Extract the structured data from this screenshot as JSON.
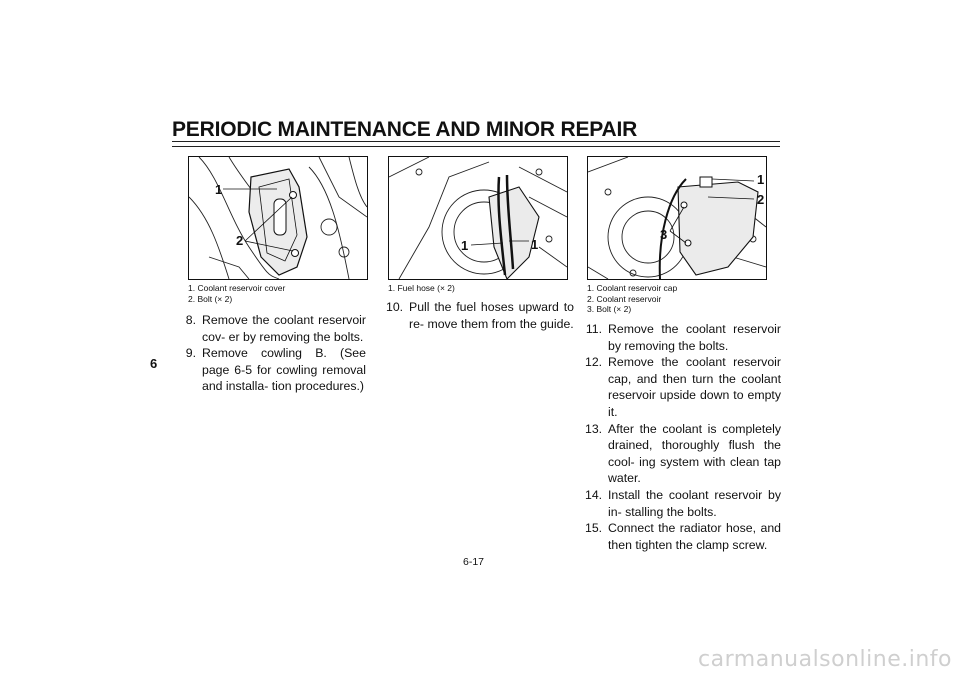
{
  "header": {
    "title": "PERIODIC MAINTENANCE AND MINOR REPAIR"
  },
  "chapter_tab": "6",
  "figures": [
    {
      "callouts": [
        "1",
        "2"
      ],
      "caption": [
        "1.  Coolant reservoir cover",
        "2.  Bolt (× 2)"
      ]
    },
    {
      "callouts": [
        "1",
        "1"
      ],
      "caption": [
        "1.  Fuel hose (× 2)"
      ]
    },
    {
      "callouts": [
        "1",
        "2",
        "3"
      ],
      "caption": [
        "1.  Coolant reservoir cap",
        "2.  Coolant reservoir",
        "3.  Bolt (× 2)"
      ]
    }
  ],
  "columns": [
    {
      "steps": [
        {
          "num": "8.",
          "text": "Remove the coolant reservoir cov- er by removing the bolts."
        },
        {
          "num": "9.",
          "text": "Remove cowling B. (See page 6-5 for cowling removal and installa- tion procedures.)"
        }
      ]
    },
    {
      "steps": [
        {
          "num": "10.",
          "text": "Pull the fuel hoses upward to re- move them from the guide."
        }
      ]
    },
    {
      "steps": [
        {
          "num": "11.",
          "text": "Remove the coolant reservoir by removing the bolts."
        },
        {
          "num": "12.",
          "text": "Remove the coolant reservoir cap, and then turn the coolant reservoir upside down to empty it."
        },
        {
          "num": "13.",
          "text": "After the coolant is completely drained, thoroughly flush the cool- ing system with clean tap water."
        },
        {
          "num": "14.",
          "text": "Install the coolant reservoir by in- stalling the bolts."
        },
        {
          "num": "15.",
          "text": "Connect the radiator hose, and then tighten the clamp screw."
        }
      ]
    }
  ],
  "footer": {
    "page_number": "6-17"
  },
  "watermark": "carmanualsonline.info"
}
